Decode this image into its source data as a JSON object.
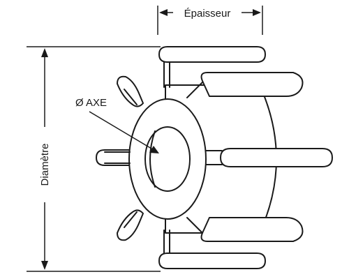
{
  "labels": {
    "thickness": "Épaisseur",
    "diameter": "Diamètre",
    "shaft": "Ø AXE"
  },
  "colors": {
    "line": "#1a1a1a",
    "background": "#ffffff"
  }
}
